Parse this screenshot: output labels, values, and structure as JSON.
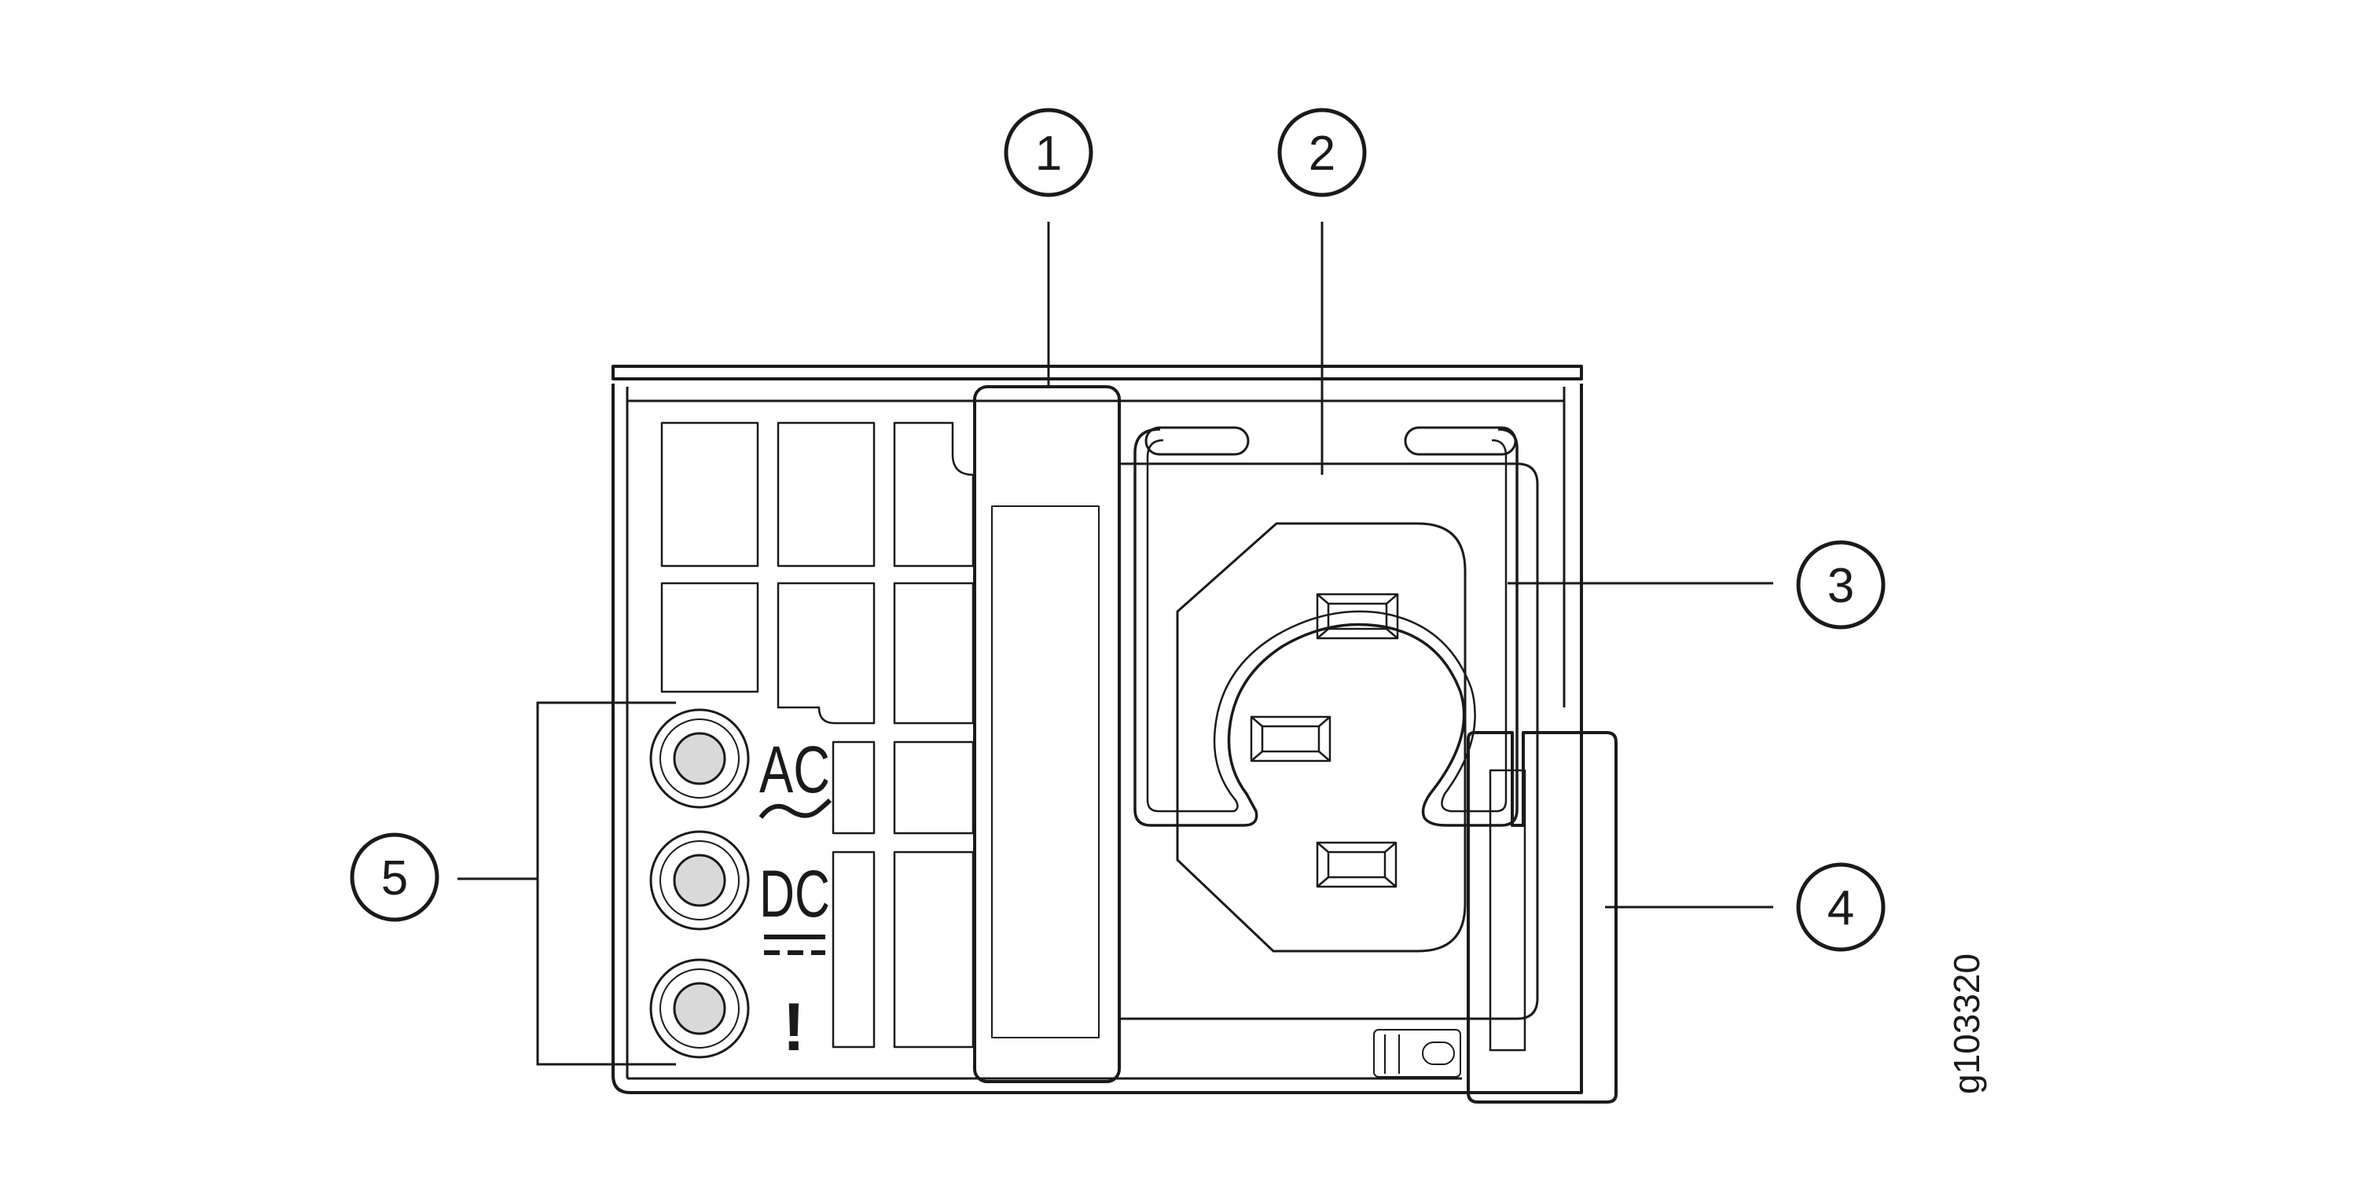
{
  "callouts": [
    {
      "number": "1"
    },
    {
      "number": "2"
    },
    {
      "number": "3"
    },
    {
      "number": "4"
    },
    {
      "number": "5"
    }
  ],
  "led_labels": {
    "ac": "AC",
    "dc": "DC",
    "fault": "!"
  },
  "figure_id": "g103320",
  "colors": {
    "line": "#1a1a1a",
    "led_fill": "#d9d9d9",
    "background": "#ffffff"
  }
}
